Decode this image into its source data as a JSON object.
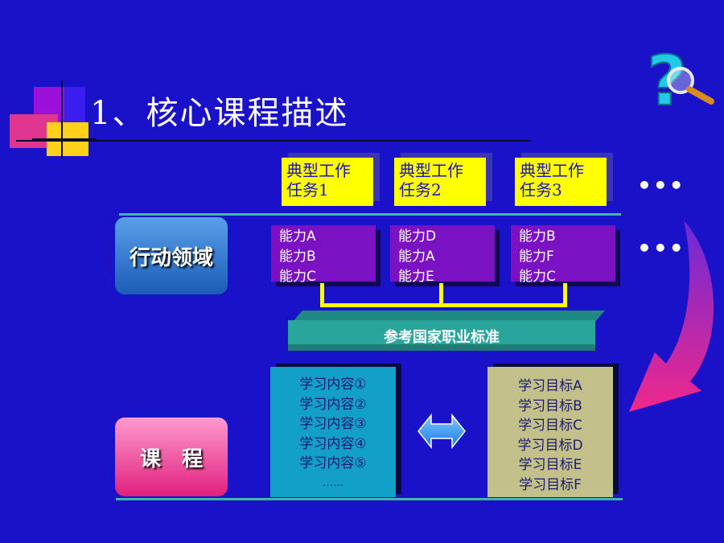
{
  "title": "1、核心课程描述",
  "tasks": [
    {
      "line1": "典型工作",
      "line2": "任务1"
    },
    {
      "line1": "典型工作",
      "line2": "任务2"
    },
    {
      "line1": "典型工作",
      "line2": "任务3"
    }
  ],
  "ellipsis": "•••",
  "action_domain": "行动领域",
  "abilities": [
    [
      "能力A",
      "能力B",
      "能力C"
    ],
    [
      "能力D",
      "能力A",
      "能力E"
    ],
    [
      "能力B",
      "能力F",
      "能力C"
    ]
  ],
  "standard": "参考国家职业标准",
  "course": "课　程",
  "contents": [
    "学习内容①",
    "学习内容②",
    "学习内容③",
    "学习内容④",
    "学习内容⑤",
    "……"
  ],
  "goals": [
    "学习目标A",
    "学习目标B",
    "学习目标C",
    "学习目标D",
    "学习目标E",
    "学习目标F"
  ],
  "colors": {
    "background": "#1a12c9",
    "task": "#ffff00",
    "ability": "#7a12c4",
    "standard": "#2aa59b",
    "content": "#13a0c8",
    "goal": "#c4c08a"
  },
  "icons": {
    "help": "question-magnifier-icon",
    "arrow": "curved-arrow-icon",
    "double_arrow": "double-arrow-icon"
  }
}
